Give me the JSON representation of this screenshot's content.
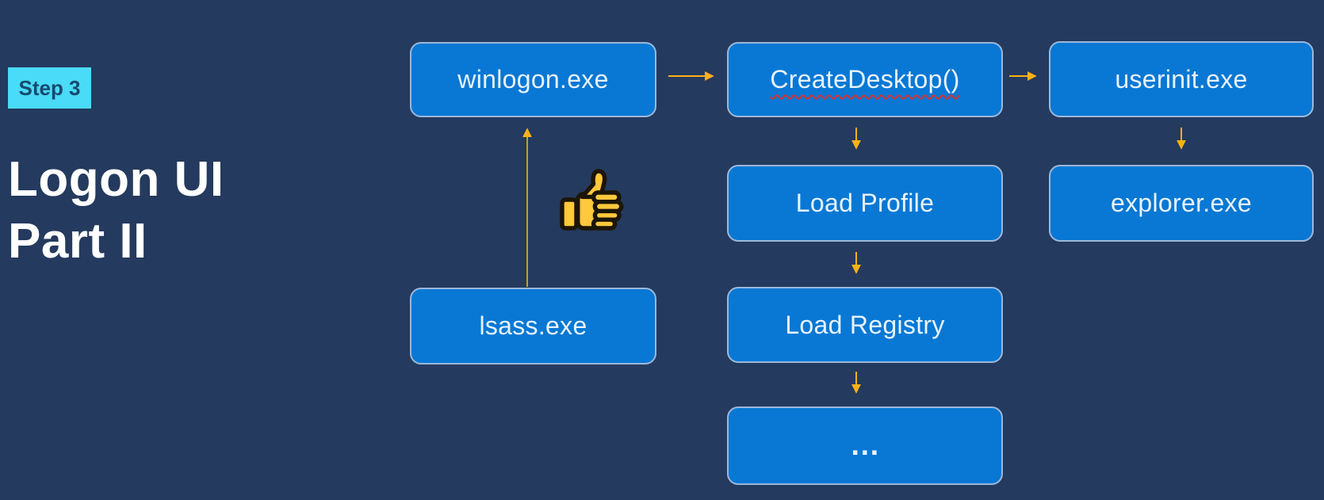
{
  "slide": {
    "step_badge_label": "Step 3",
    "title_line1": "Logon UI",
    "title_line2": "Part II"
  },
  "diagram": {
    "nodes": [
      {
        "id": "winlogon",
        "label": "winlogon.exe"
      },
      {
        "id": "createdesktop",
        "label": "CreateDesktop()",
        "spellcheck_squiggle": true
      },
      {
        "id": "userinit",
        "label": "userinit.exe"
      },
      {
        "id": "load-profile",
        "label": "Load Profile"
      },
      {
        "id": "explorer",
        "label": "explorer.exe"
      },
      {
        "id": "load-registry",
        "label": "Load Registry"
      },
      {
        "id": "lsass",
        "label": "lsass.exe"
      },
      {
        "id": "ellipsis",
        "label": "…"
      }
    ],
    "edges": [
      {
        "from": "winlogon",
        "to": "createdesktop",
        "direction": "right"
      },
      {
        "from": "createdesktop",
        "to": "userinit",
        "direction": "right"
      },
      {
        "from": "createdesktop",
        "to": "load-profile",
        "direction": "down"
      },
      {
        "from": "userinit",
        "to": "explorer",
        "direction": "down"
      },
      {
        "from": "load-profile",
        "to": "load-registry",
        "direction": "down"
      },
      {
        "from": "load-registry",
        "to": "ellipsis",
        "direction": "down"
      },
      {
        "from": "lsass",
        "to": "winlogon",
        "direction": "up"
      }
    ],
    "emoji": "thumbs-up",
    "colors": {
      "background": "#243A5E",
      "node_fill": "#0878D4",
      "node_border": "#9CB7DA",
      "node_text": "#E9F3FD",
      "arrow": "#FBB116",
      "badge_bg": "#49DBF7",
      "badge_text": "#17496F",
      "title_text": "#FFFFFF",
      "squiggle": "#D13438",
      "emoji_fill": "#FFC83D",
      "emoji_outline": "#1C1507"
    }
  }
}
